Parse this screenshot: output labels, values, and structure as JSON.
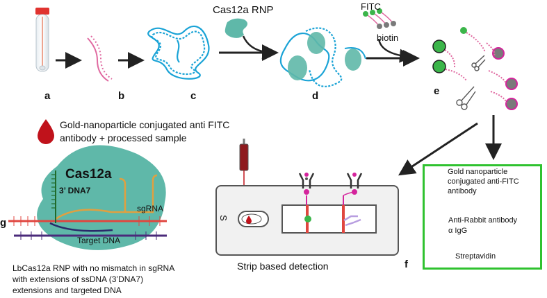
{
  "steps": {
    "a": "a",
    "b": "b",
    "c": "c",
    "d": "d",
    "e": "e",
    "f": "f",
    "g": "g"
  },
  "labels": {
    "cas12a_rnp": "Cas12a RNP",
    "fitc": "FITC",
    "biotin": "biotin",
    "gold_sample_line1": "Gold-nanoparticle conjugated anti FITC",
    "gold_sample_line2": "antibody + processed sample",
    "cas12a": "Cas12a",
    "dna7": "3’ DNA7",
    "sgrna": "sgRNA",
    "target_dna": "Target DNA",
    "strip_s": "S",
    "strip_detection": "Strip based detection",
    "caption_line1": "LbCas12a RNP with no mismatch in sgRNA",
    "caption_line2": "with extensions of ssDNA (3’DNA7)",
    "caption_line3": "extensions and targeted DNA"
  },
  "legend": {
    "item1_line1": "Gold nanoparticle",
    "item1_line2": "conjugated anti-FITC",
    "item1_line3": "antibody",
    "item2_line1": "Anti-Rabbit antibody",
    "item2_line2": "α IgG",
    "item3": "Streptavidin"
  },
  "colors": {
    "dna_blue": "#1aa3d6",
    "protein_teal": "#5fb8a9",
    "reporter_green": "#3bb54a",
    "reporter_grey": "#6b6b6b",
    "magenta": "#d4249c",
    "strip_red": "#e0463f",
    "legend_border": "#2fc22f",
    "blood_red": "#c0121b"
  }
}
